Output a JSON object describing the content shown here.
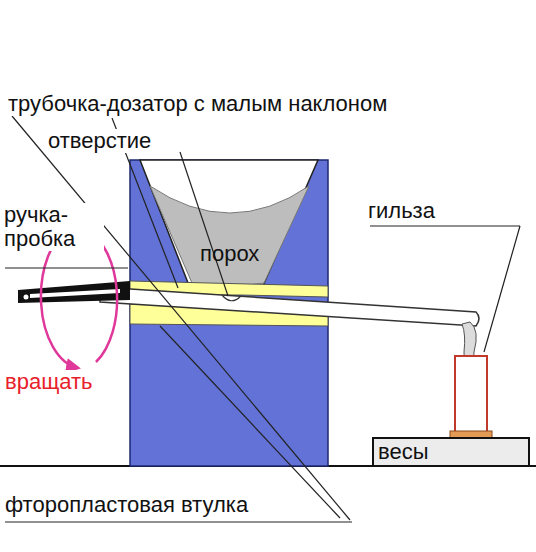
{
  "diagram": {
    "nodes": [
      {
        "text": [
          "весы"
        ]
      }
    ],
    "labels": [
      "трубочка-дозатор с малым наклоном",
      "отверстие",
      "ручка- пробка",
      "порох",
      "гильза",
      "вращать",
      "фторопластовая втулка"
    ]
  }
}
